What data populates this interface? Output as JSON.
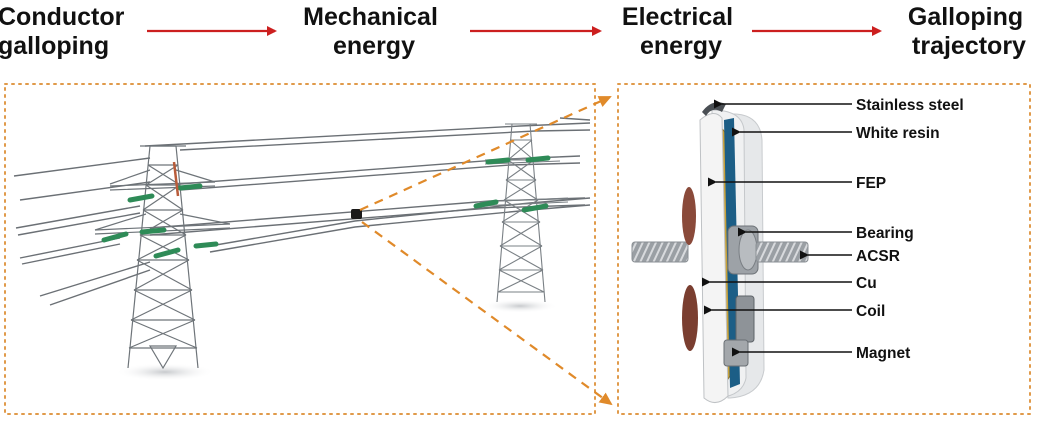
{
  "flow": [
    {
      "lines": [
        "Conductor",
        "galloping"
      ]
    },
    {
      "lines": [
        "Mechanical",
        "energy"
      ]
    },
    {
      "lines": [
        "Electrical",
        "energy"
      ]
    },
    {
      "lines": [
        "Galloping",
        "trajectory"
      ]
    }
  ],
  "parts": [
    "Stainless steel",
    "White resin",
    "FEP",
    "Bearing",
    "ACSR",
    "Cu",
    "Coil",
    "Magnet"
  ],
  "colors": {
    "flow_arrow": "#cc1f1f",
    "dotted_frame": "#e09a4a",
    "zoom_arrow": "#e08a2a",
    "insulator": "#2e8b57",
    "tower": "#6e7479",
    "line": "#6b7075"
  }
}
